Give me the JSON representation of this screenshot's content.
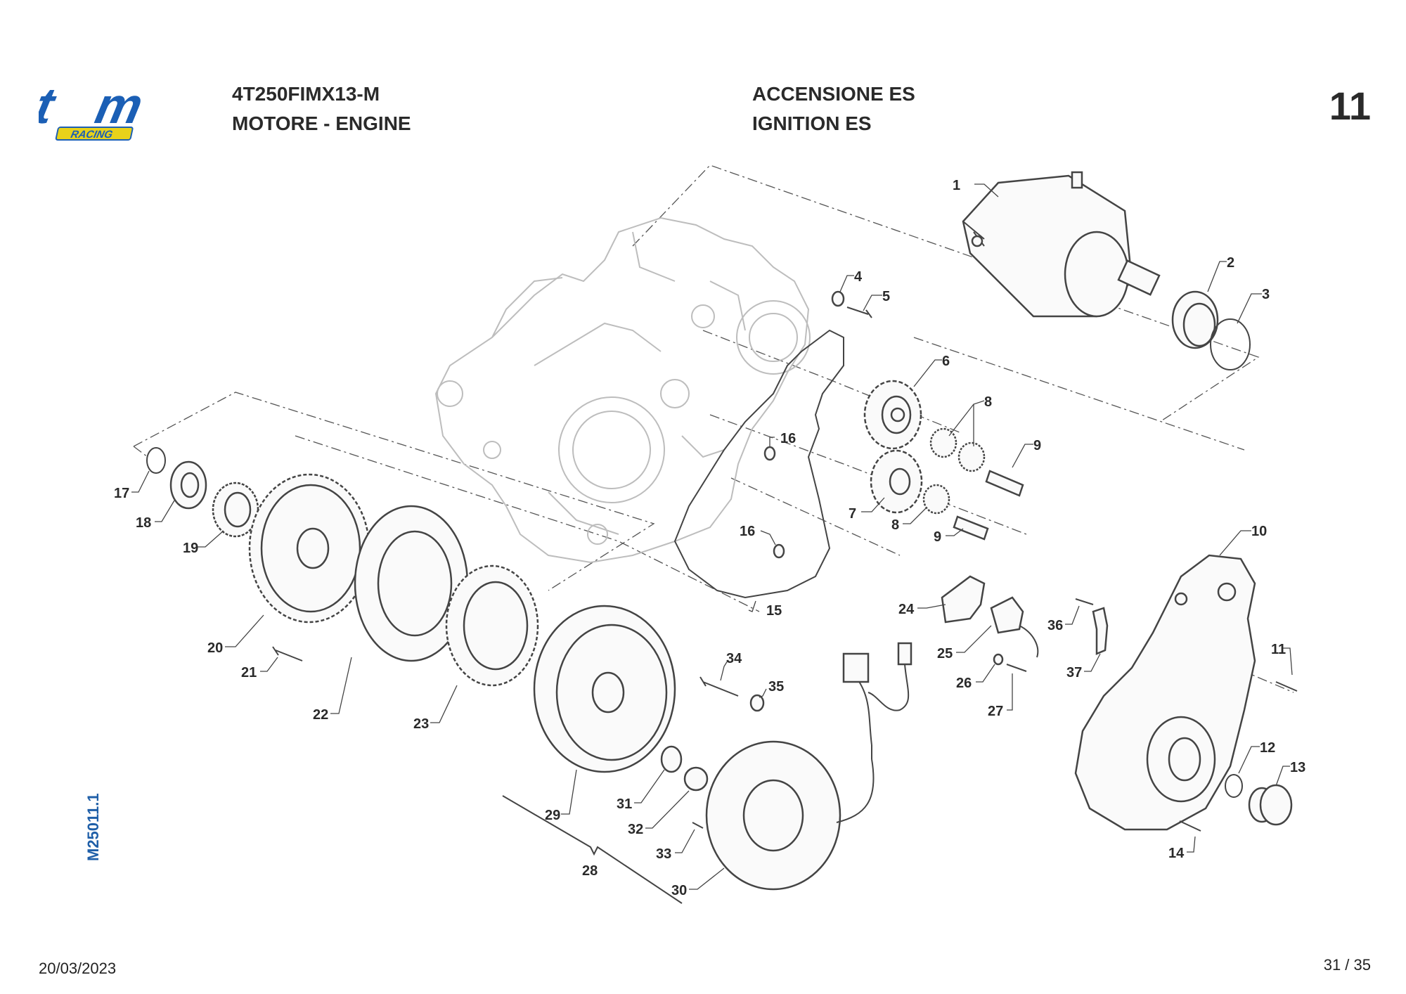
{
  "header": {
    "model": "4T250FIMX13-M",
    "section": "MOTORE - ENGINE",
    "group_it": "ACCENSIONE ES",
    "group_en": "IGNITION ES",
    "page_group": "11"
  },
  "logo": {
    "main": "tm",
    "sub": "RACING",
    "color": "#1b5fb5",
    "accent": "#e8d21a"
  },
  "drawing_code": "M25011.1",
  "footer": {
    "date": "20/03/2023",
    "page": "31 / 35"
  },
  "callouts": [
    "1",
    "2",
    "3",
    "4",
    "5",
    "6",
    "7",
    "8",
    "8",
    "9",
    "9",
    "10",
    "11",
    "12",
    "13",
    "14",
    "15",
    "16",
    "16",
    "17",
    "18",
    "19",
    "20",
    "21",
    "22",
    "23",
    "24",
    "25",
    "26",
    "27",
    "28",
    "29",
    "30",
    "31",
    "32",
    "33",
    "34",
    "35",
    "36",
    "37"
  ]
}
